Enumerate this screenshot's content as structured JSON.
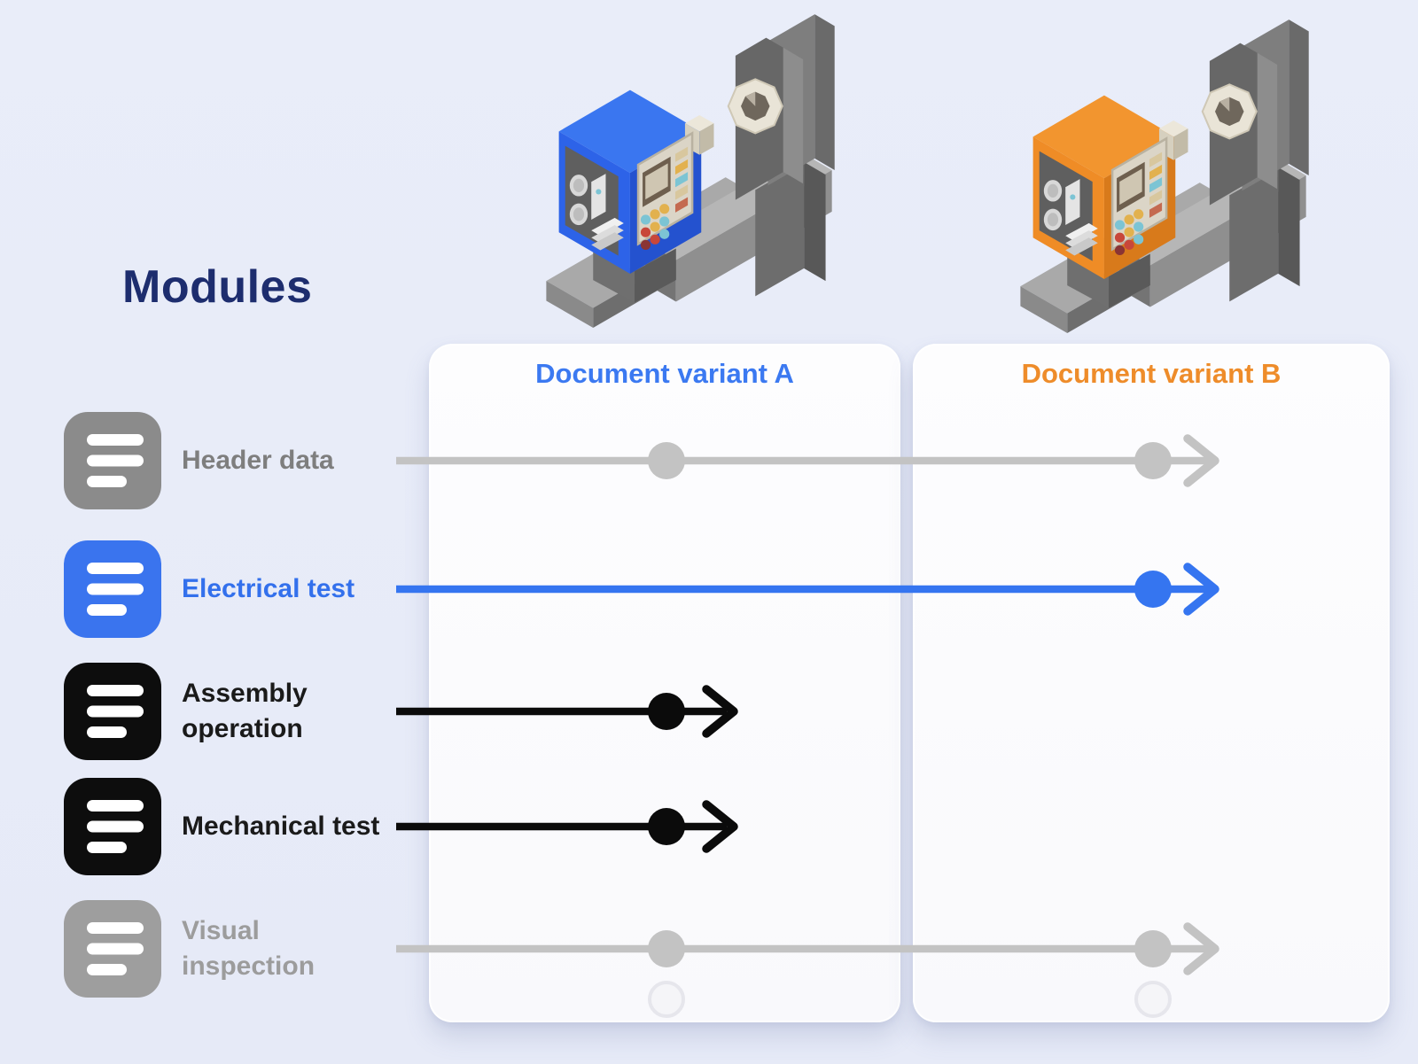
{
  "page": {
    "title": "Modules",
    "title_color": "#1d2d6e",
    "background_color": "#e8ecf8"
  },
  "variants": [
    {
      "title": "Document variant A",
      "title_color": "#3b79f1",
      "machine": {
        "top": "#3a76f0",
        "front": "#2d63e8",
        "side": "#2452cf"
      }
    },
    {
      "title": "Document variant B",
      "title_color": "#ee8c2a",
      "machine": {
        "top": "#f2952f",
        "front": "#ef8c26",
        "side": "#d87a1b"
      }
    }
  ],
  "modules": [
    {
      "label": "Header data",
      "text_color": "#7e7e7e",
      "icon_color": "#8b8b8b",
      "arrow_color": "#c3c3c3",
      "target_variant": "B",
      "passes_through_a": true
    },
    {
      "label": "Electrical test",
      "text_color": "#3370ec",
      "icon_color": "#3a74ee",
      "arrow_color": "#3575f0",
      "target_variant": "B",
      "passes_through_a": true
    },
    {
      "label": "Assembly operation",
      "text_color": "#1a1a1a",
      "icon_color": "#0d0d0d",
      "arrow_color": "#0b0b0b",
      "target_variant": "A",
      "passes_through_a": false
    },
    {
      "label": "Mechanical test",
      "text_color": "#1a1a1a",
      "icon_color": "#0d0d0d",
      "arrow_color": "#0b0b0b",
      "target_variant": "A",
      "passes_through_a": false
    },
    {
      "label": "Visual inspection",
      "text_color": "#9c9c9c",
      "icon_color": "#9e9e9e",
      "arrow_color": "#c3c3c3",
      "target_variant": "B",
      "passes_through_a": true
    }
  ]
}
